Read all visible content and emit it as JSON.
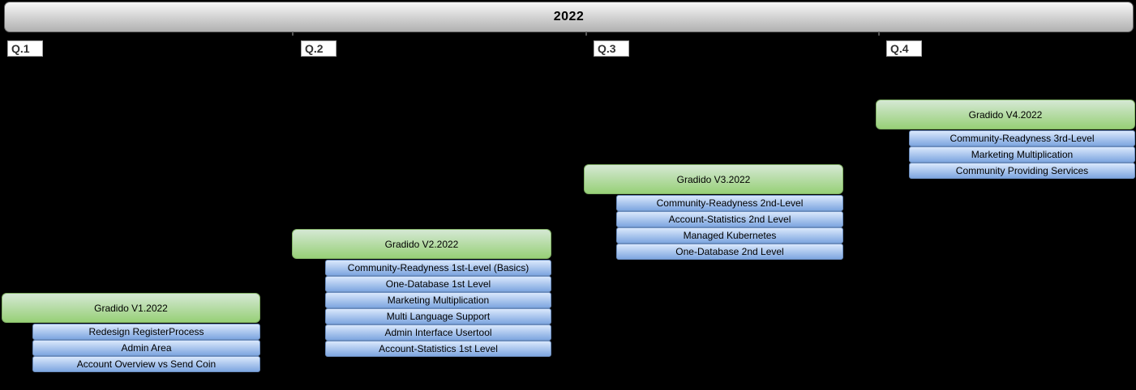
{
  "year": {
    "title": "2022"
  },
  "quarters": [
    {
      "label": "Q.1",
      "release": "Gradido V1.2022",
      "items": [
        "Redesign RegisterProcess",
        "Admin Area",
        "Account Overview vs Send Coin"
      ]
    },
    {
      "label": "Q.2",
      "release": "Gradido V2.2022",
      "items": [
        "Community-Readyness 1st-Level (Basics)",
        "One-Database 1st Level",
        "Marketing Multiplication",
        "Multi Language Support",
        "Admin Interface Usertool",
        "Account-Statistics 1st Level"
      ]
    },
    {
      "label": "Q.3",
      "release": "Gradido V3.2022",
      "items": [
        "Community-Readyness 2nd-Level",
        "Account-Statistics 2nd Level",
        "Managed Kubernetes",
        "One-Database 2nd Level"
      ]
    },
    {
      "label": "Q.4",
      "release": "Gradido V4.2022",
      "items": [
        "Community-Readyness 3rd-Level",
        "Marketing Multiplication",
        "Community Providing Services"
      ]
    }
  ],
  "colors": {
    "background": "#000000",
    "year_bar_top": "#f7f7f7",
    "year_bar_bottom": "#b0b0b0",
    "year_bar_border": "#666666",
    "release_top": "#d5e8d4",
    "release_bottom": "#97d077",
    "release_border": "#82b366",
    "item_top": "#dae8fc",
    "item_bottom": "#7ea6e0",
    "item_border": "#6c8ebf",
    "quarter_label_bg": "#ffffff",
    "quarter_label_border": "#a3a3a3",
    "quarter_label_text": "#333333"
  }
}
